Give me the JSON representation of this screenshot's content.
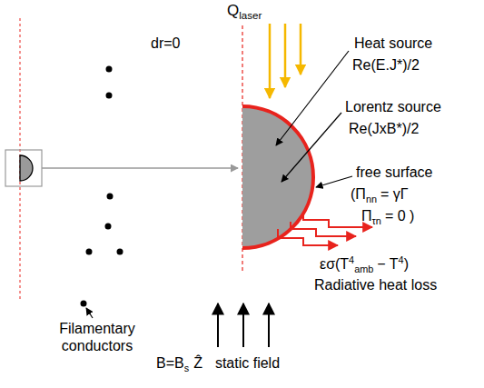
{
  "diagram": {
    "labels": [
      "Q",
      "laser",
      "dr=0",
      "Heat source",
      "Re(E.J*)/2",
      "Lorentz source",
      "Re(JxB*)/2",
      "free surface",
      "(Π",
      "nn",
      "= γΓ",
      "Π",
      "τn",
      "= 0 )",
      "εσ(T",
      "4",
      "amb",
      "− T",
      "4",
      ")",
      "Radiative heat loss",
      "B=B",
      "s",
      "Ẑ",
      "static field",
      "Filamentary conductors"
    ]
  }
}
